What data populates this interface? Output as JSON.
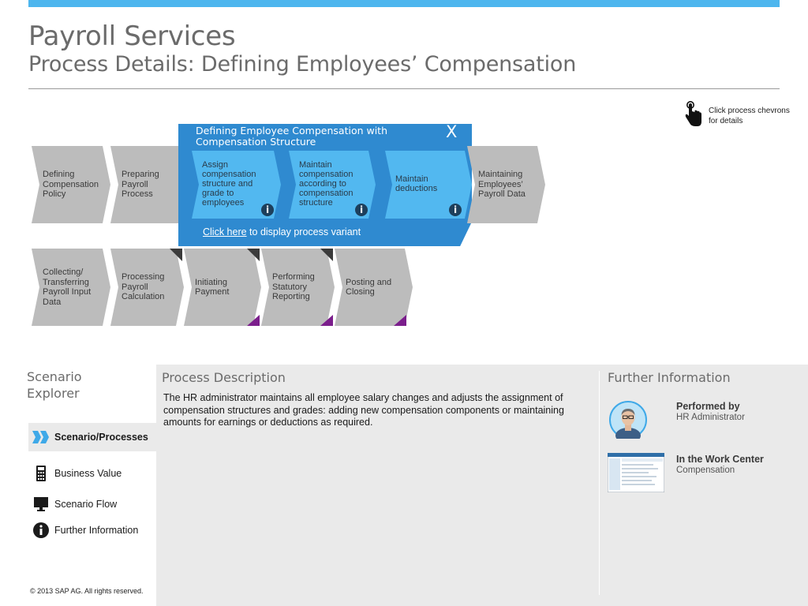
{
  "header": {
    "title": "Payroll Services",
    "subtitle": "Process Details: Defining Employees’ Compensation"
  },
  "hint": {
    "text": "Click process chevrons for details",
    "icon": "hand-pointer-icon"
  },
  "process_row1": [
    {
      "label": "Defining Compensation Policy"
    },
    {
      "label": "Preparing Payroll Process"
    },
    {
      "label": "Maintaining Employees’ Payroll Data"
    }
  ],
  "expanded_panel": {
    "title": "Defining Employee Compensation with Compensation Structure",
    "close_label": "X",
    "subprocesses": [
      {
        "label": "Assign compensation structure and grade to employees",
        "info": "i"
      },
      {
        "label": "Maintain compensation according to compensation structure",
        "info": "i"
      },
      {
        "label": "Maintain deductions",
        "info": "i"
      }
    ],
    "variant_link": "Click here",
    "variant_text": " to display process variant"
  },
  "process_row2": [
    {
      "label": "Collecting/ Transferring Payroll Input Data"
    },
    {
      "label": "Processing Payroll Calculation"
    },
    {
      "label": "Initiating Payment"
    },
    {
      "label": "Performing Statutory Reporting"
    },
    {
      "label": "Posting and Closing"
    }
  ],
  "scenario_explorer": {
    "title": "Scenario Explorer",
    "items": [
      {
        "label": "Scenario/Processes",
        "icon": "chevron-double-icon",
        "active": true
      },
      {
        "label": "Business Value",
        "icon": "calculator-icon",
        "active": false
      },
      {
        "label": "Scenario Flow",
        "icon": "monitor-icon",
        "active": false
      },
      {
        "label": "Further Information",
        "icon": "info-icon",
        "active": false
      }
    ]
  },
  "process_description": {
    "heading": "Process Description",
    "text": "The HR administrator maintains all employee salary changes and adjusts the assignment of compensation structures and grades: adding new compensation components or maintaining amounts for earnings or deductions as required."
  },
  "further_information": {
    "heading": "Further Information",
    "performed_by_label": "Performed by",
    "performed_by_value": "HR Administrator",
    "work_center_label": "In the Work Center",
    "work_center_value": "Compensation"
  },
  "footer": {
    "copyright": "©  2013 SAP AG. All rights reserved."
  },
  "colors": {
    "accent_blue": "#4db6ee",
    "panel_blue": "#2f8ad0",
    "sub_blue": "#52b8f0",
    "chevron_gray": "#bcbcbc",
    "corner_purple": "#7b1e8c"
  }
}
